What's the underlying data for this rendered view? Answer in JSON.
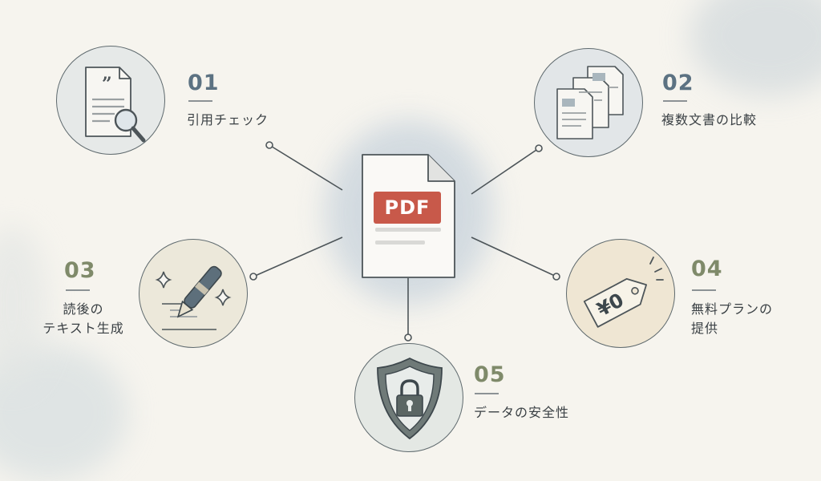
{
  "center": {
    "badge": "PDF",
    "icon": "pdf-document-icon"
  },
  "features": [
    {
      "id": "01",
      "label_lines": [
        "引用チェック"
      ],
      "icon": "document-magnifier-icon",
      "color": "#5c7282",
      "circle_bg": "#e6e9e8"
    },
    {
      "id": "02",
      "label_lines": [
        "複数文書の比較"
      ],
      "icon": "stacked-documents-icon",
      "color": "#5c7282",
      "circle_bg": "#e2e6e8"
    },
    {
      "id": "03",
      "label_lines": [
        "読後の",
        "テキスト生成"
      ],
      "icon": "pen-writing-icon",
      "color": "#7f8a6a",
      "circle_bg": "#ece8da"
    },
    {
      "id": "04",
      "label_lines": [
        "無料プランの",
        "提供"
      ],
      "icon": "price-tag-icon",
      "color": "#7f8a6a",
      "circle_bg": "#efe6d3",
      "tag_text": "¥0"
    },
    {
      "id": "05",
      "label_lines": [
        "データの安全性"
      ],
      "icon": "shield-lock-icon",
      "color": "#7f8a6a",
      "circle_bg": "#e4e8e4"
    }
  ],
  "colors": {
    "pdf_badge": "#c8594a",
    "line": "#4d5559",
    "paper": "#faf9f6"
  }
}
